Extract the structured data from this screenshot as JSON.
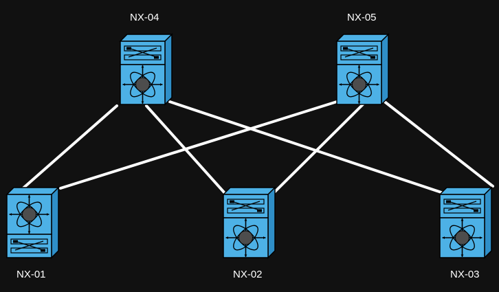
{
  "colors": {
    "background": "#111111",
    "link": "#ffffff",
    "device_front": "#4db1e6",
    "device_side": "#2f8fc8",
    "device_outline": "#000000",
    "hub": "#4d4d4d",
    "label_text": "#ffffff"
  },
  "devices": [
    {
      "id": "nx04",
      "label": "NX-04",
      "icon": "nexus-switch-icon"
    },
    {
      "id": "nx05",
      "label": "NX-05",
      "icon": "nexus-switch-icon"
    },
    {
      "id": "nx01",
      "label": "NX-01",
      "icon": "nexus-switch-icon"
    },
    {
      "id": "nx02",
      "label": "NX-02",
      "icon": "nexus-switch-icon"
    },
    {
      "id": "nx03",
      "label": "NX-03",
      "icon": "nexus-switch-icon"
    }
  ],
  "links": [
    {
      "from": "nx04",
      "to": "nx01"
    },
    {
      "from": "nx04",
      "to": "nx02"
    },
    {
      "from": "nx04",
      "to": "nx03"
    },
    {
      "from": "nx05",
      "to": "nx01"
    },
    {
      "from": "nx05",
      "to": "nx02"
    },
    {
      "from": "nx05",
      "to": "nx03"
    }
  ]
}
